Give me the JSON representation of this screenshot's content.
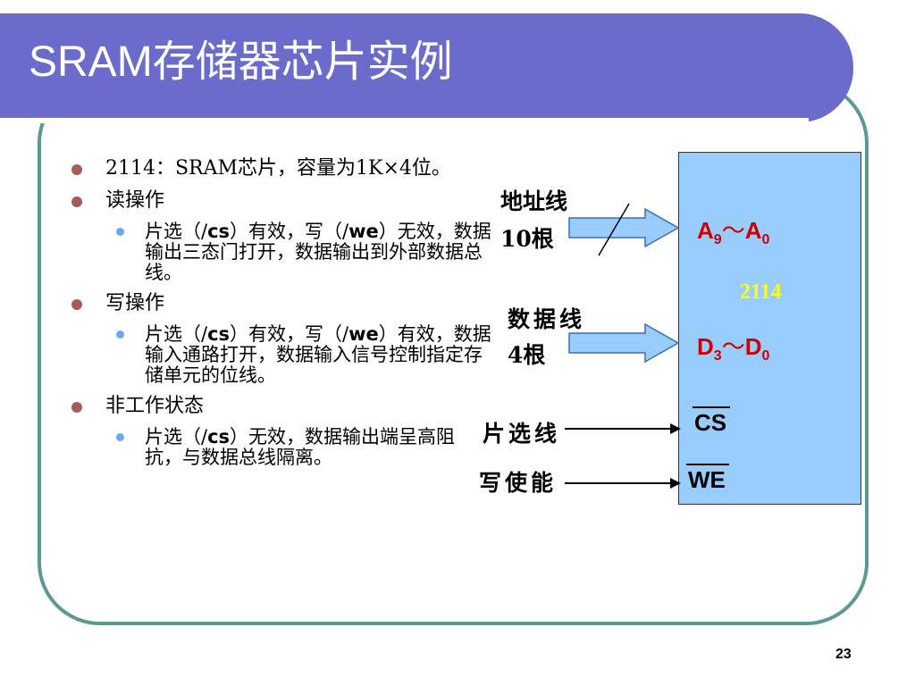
{
  "title": "SRAM存储器芯片实例",
  "bullets": [
    {
      "text": "2114：SRAM芯片，容量为1K×4位。"
    },
    {
      "text": "读操作",
      "sub": {
        "pre": "片选（/",
        "cs": "cs",
        "mid": "）有效，写（/",
        "we": "we",
        "post": "）无效，数据输出三态门打开，数据输出到外部数据总线。"
      }
    },
    {
      "text": "写操作",
      "sub": {
        "pre": "片选（/",
        "cs": "cs",
        "mid": "）有效，写（/",
        "we": "we",
        "post": "）有效，数据输入通路打开，数据输入信号控制指定存储单元的位线。"
      }
    },
    {
      "text": "非工作状态",
      "sub": {
        "pre": "片选（/",
        "cs": "cs",
        "post": "）无效，数据输出端呈高阻抗，与数据总线隔离。"
      }
    }
  ],
  "diagram": {
    "chip_name": "2114",
    "address_label_1": "地址线",
    "address_label_2": "10根",
    "address_pin": {
      "main1": "A",
      "sub1": "9",
      "sep": "～",
      "main2": "A",
      "sub2": "0"
    },
    "data_label_1": "数据线",
    "data_label_2": "4根",
    "data_pin": {
      "main1": "D",
      "sub1": "3",
      "sep": "～",
      "main2": "D",
      "sub2": "0"
    },
    "cs_label": "片选线",
    "cs_pin": "CS",
    "we_label": "写使能",
    "we_pin": "WE",
    "colors": {
      "title_bar": "#6b6bcc",
      "chip": "#99ccff",
      "pin_red": "#cc0000",
      "chip_name": "#ffff00",
      "frame": "#5a9a90"
    }
  },
  "page_number": "23"
}
